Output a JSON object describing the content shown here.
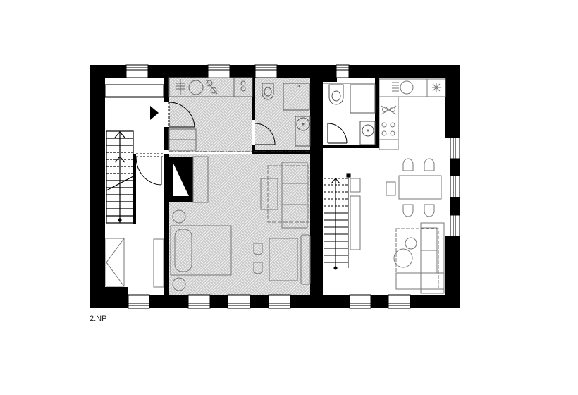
{
  "plan": {
    "floor_label": "2.NP",
    "colors": {
      "wall": "#000000",
      "hatch_bg": "#d4d4d4",
      "hatch_line": "#ffffff",
      "furniture_stroke": "#777777",
      "fixture_stroke": "#555555",
      "background": "#ffffff"
    },
    "rooms": [
      {
        "id": "stair-hall-left",
        "label": ""
      },
      {
        "id": "kitchenette-studio",
        "label": ""
      },
      {
        "id": "bathroom-studio",
        "label": ""
      },
      {
        "id": "studio-living-bedroom",
        "label": ""
      },
      {
        "id": "wc-right",
        "label": ""
      },
      {
        "id": "kitchen-right",
        "label": ""
      },
      {
        "id": "living-dining-right",
        "label": ""
      }
    ]
  }
}
